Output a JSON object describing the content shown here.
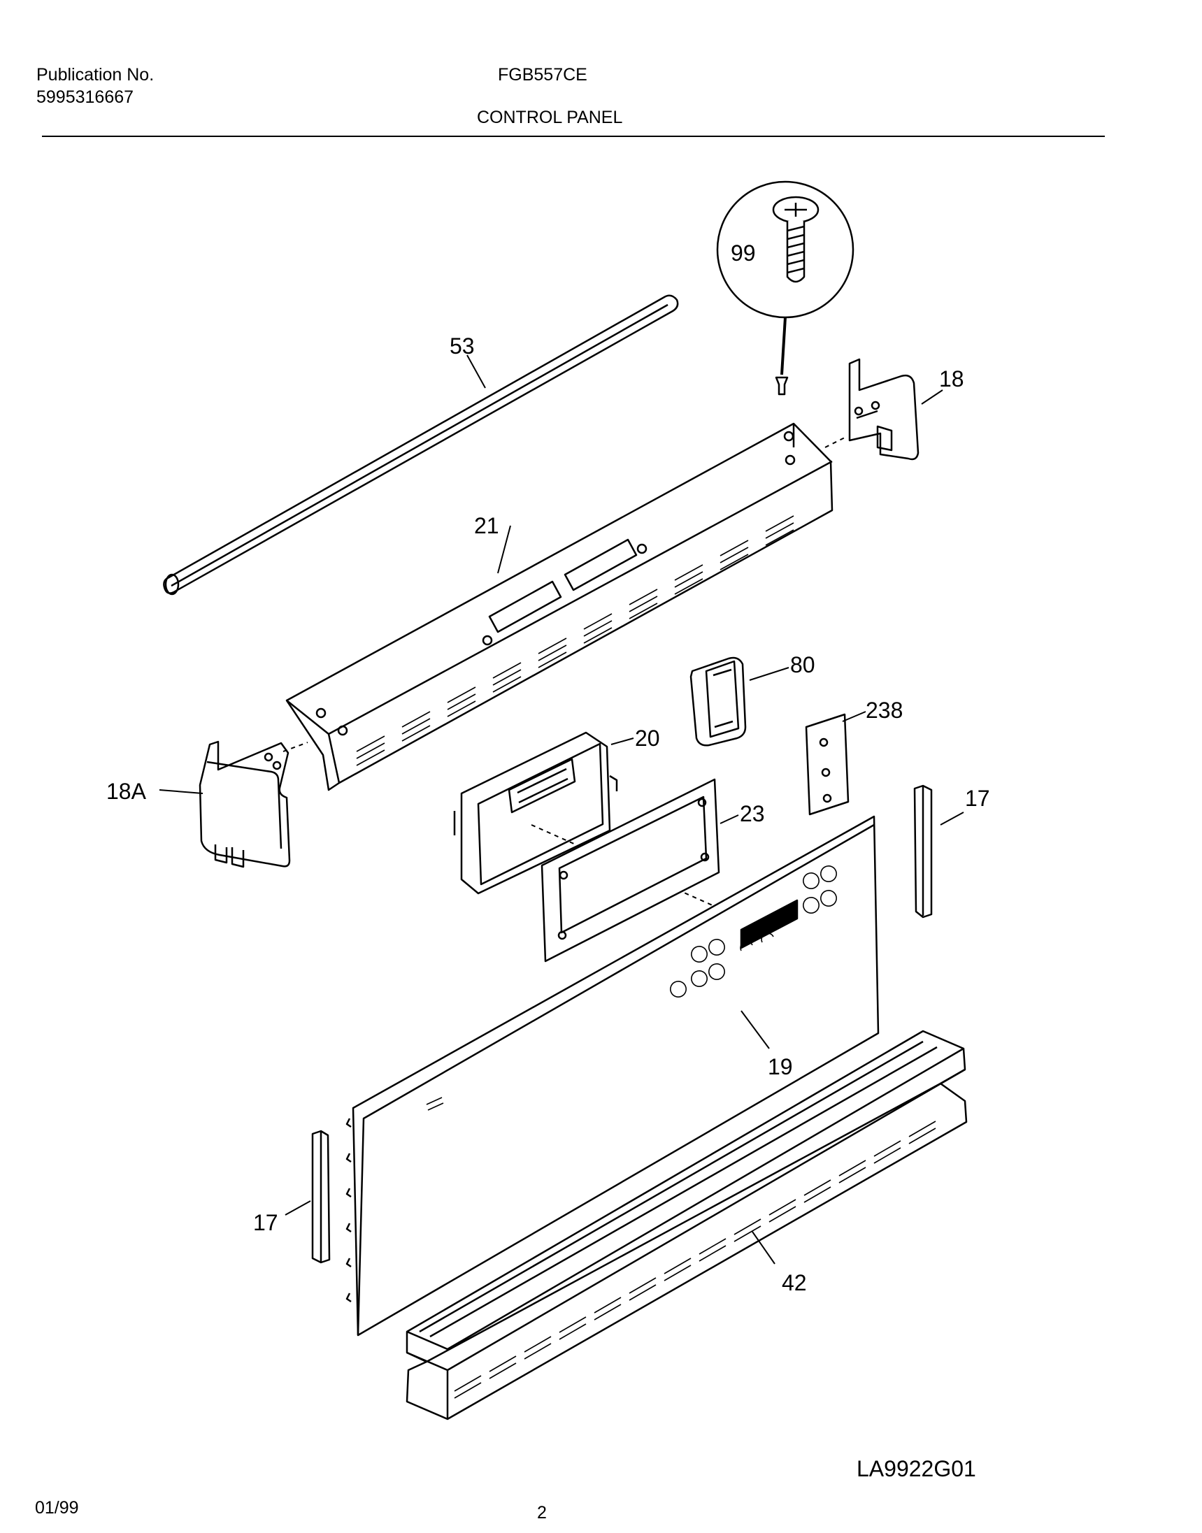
{
  "header": {
    "publication_label": "Publication No.",
    "publication_number": "5995316667",
    "model": "FGB557CE",
    "section": "CONTROL PANEL"
  },
  "footer": {
    "date": "01/99",
    "page": "2",
    "drawing_id": "LA9922G01"
  },
  "parts": [
    {
      "id": "p99",
      "label": "99"
    },
    {
      "id": "p53",
      "label": "53"
    },
    {
      "id": "p18",
      "label": "18"
    },
    {
      "id": "p21",
      "label": "21"
    },
    {
      "id": "p80",
      "label": "80"
    },
    {
      "id": "p238",
      "label": "238"
    },
    {
      "id": "p20",
      "label": "20"
    },
    {
      "id": "p18A",
      "label": "18A"
    },
    {
      "id": "p23",
      "label": "23"
    },
    {
      "id": "p17a",
      "label": "17"
    },
    {
      "id": "p19",
      "label": "19"
    },
    {
      "id": "p17b",
      "label": "17"
    },
    {
      "id": "p42",
      "label": "42"
    }
  ]
}
